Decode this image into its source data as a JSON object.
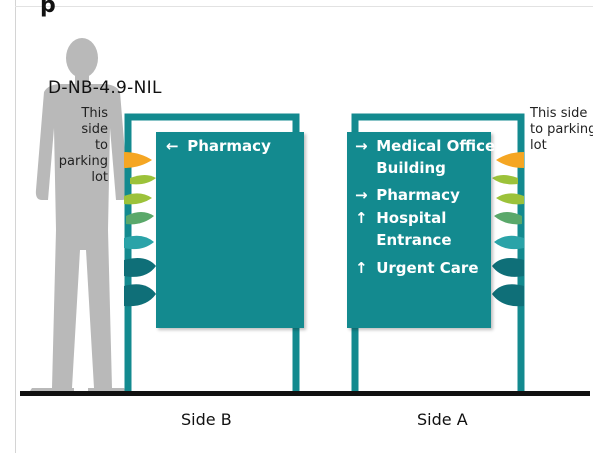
{
  "figure": {
    "title_fragment": "p",
    "sign_code": "D-NB-4.9-NIL",
    "note_left": [
      "This side",
      "to parking",
      "lot"
    ],
    "note_right": [
      "This side",
      "to parking",
      "lot"
    ]
  },
  "sign_b": {
    "caption": "Side B",
    "entries": [
      {
        "arrow": "←",
        "text": "Pharmacy"
      }
    ]
  },
  "sign_a": {
    "caption": "Side A",
    "entries": [
      {
        "arrow": "→",
        "text": "Medical Office"
      },
      {
        "arrow": "",
        "text": "Building"
      },
      {
        "arrow": "→",
        "text": "Pharmacy"
      },
      {
        "arrow": "↑",
        "text": "Hospital"
      },
      {
        "arrow": "",
        "text": "Entrance"
      },
      {
        "arrow": "↑",
        "text": "Urgent Care"
      }
    ]
  },
  "colors": {
    "sign_teal": "#138a8f",
    "frame_teal": "#138a8f",
    "ground": "#111111",
    "silhouette": "#b9b9b9",
    "leaf_orange": "#f5a623",
    "leaf_lime": "#9cc23a",
    "leaf_green": "#5aa86a",
    "leaf_teal": "#2aa3a8",
    "leaf_dark": "#0f6f78"
  }
}
